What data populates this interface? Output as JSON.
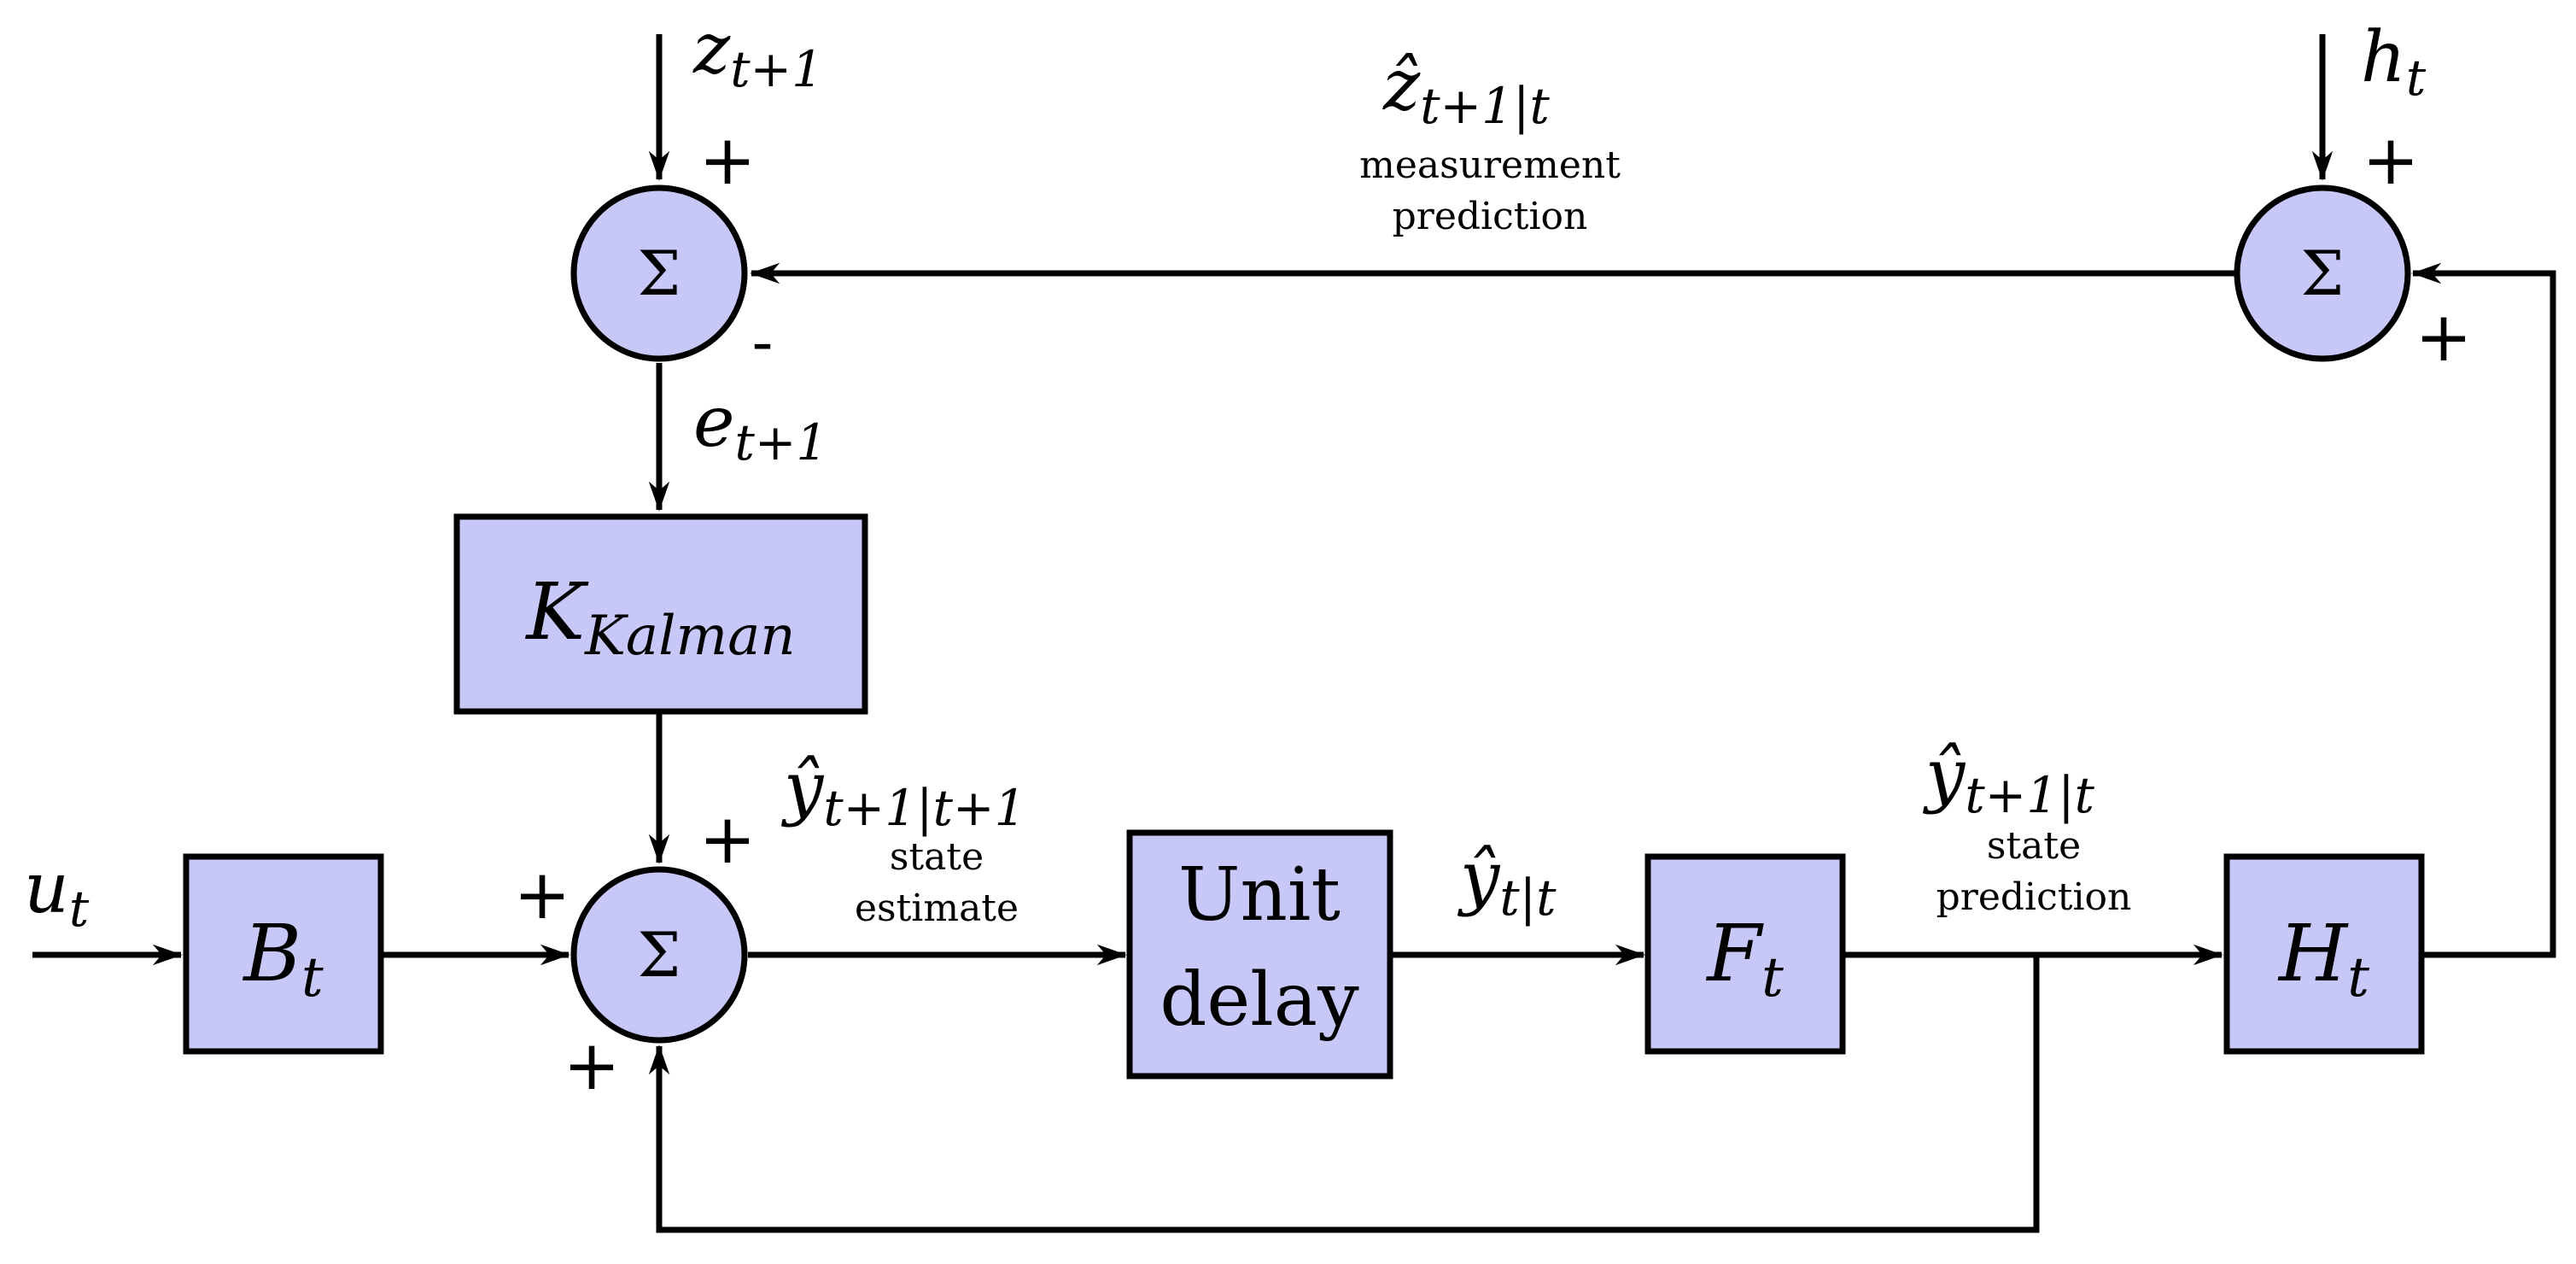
{
  "blocks": {
    "kalman": {
      "label": "K",
      "sub": "Kalman"
    },
    "b": {
      "label": "B",
      "sub": "t"
    },
    "unit_delay": {
      "line1": "Unit",
      "line2": "delay"
    },
    "f": {
      "label": "F",
      "sub": "t"
    },
    "h": {
      "label": "H",
      "sub": "t"
    }
  },
  "sum_symbol": "Σ",
  "signals": {
    "z": {
      "base": "z",
      "sub": "t+1"
    },
    "h_in": {
      "base": "h",
      "sub": "t"
    },
    "u": {
      "base": "u",
      "sub": "t"
    },
    "e": {
      "base": "e",
      "sub": "t+1"
    },
    "z_hat": {
      "base": "ẑ",
      "sub": "t+1|t",
      "caption1": "measurement",
      "caption2": "prediction"
    },
    "y_est": {
      "base": "ŷ",
      "sub": "t+1|t+1",
      "caption1": "state",
      "caption2": "estimate"
    },
    "y_tt": {
      "base": "ŷ",
      "sub": "t|t"
    },
    "y_pred": {
      "base": "ŷ",
      "sub": "t+1|t",
      "caption1": "state",
      "caption2": "prediction"
    }
  },
  "signs": {
    "top_sum_plus": "+",
    "top_sum_minus": "-",
    "right_sum_top_plus": "+",
    "right_sum_right_plus": "+",
    "main_sum_top_plus": "+",
    "main_sum_left_plus": "+",
    "main_sum_bottom_plus": "+"
  }
}
